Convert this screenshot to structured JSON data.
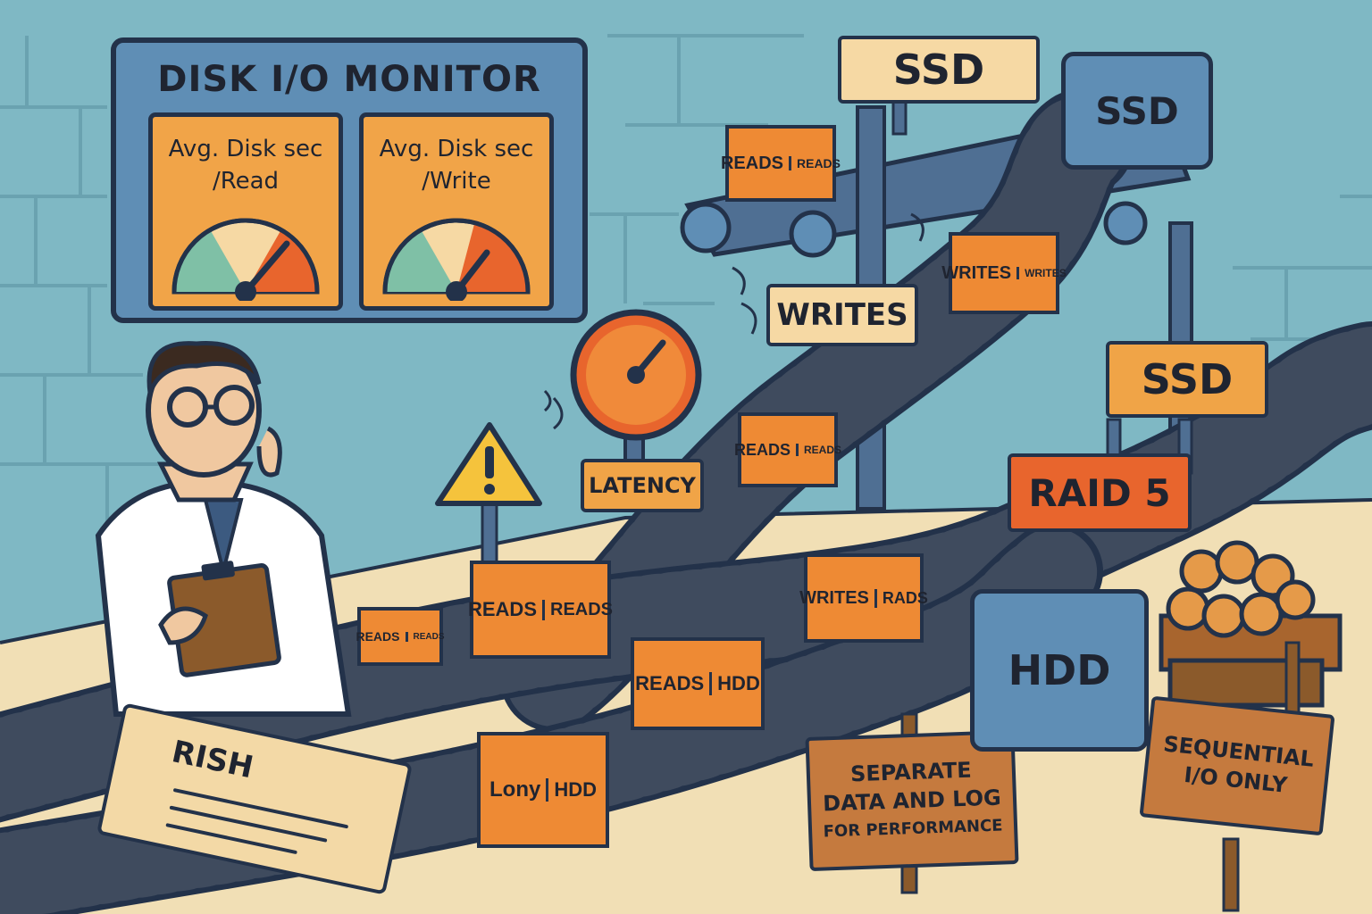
{
  "monitor": {
    "title": "DISK I/O MONITOR",
    "read_gauge_label_line1": "Avg. Disk sec",
    "read_gauge_label_line2": "/Read",
    "write_gauge_label_line1": "Avg. Disk sec",
    "write_gauge_label_line2": "/Write"
  },
  "signs": {
    "ssd_top": "SSD",
    "writes": "WRITES",
    "ssd_right": "SSD",
    "raid": "RAID 5",
    "latency": "LATENCY",
    "separate_line1": "SEPARATE",
    "separate_line2": "DATA AND LOG",
    "separate_line3": "FOR PERFORMANCE",
    "sequential_line1": "SEQUENTIAL",
    "sequential_line2": "I/O ONLY"
  },
  "drives": {
    "ssd_unit": "SSD",
    "hdd_unit": "HDD"
  },
  "boxes": [
    {
      "front": "READS",
      "side": "READS"
    },
    {
      "front": "WRITES",
      "side": "WRITES"
    },
    {
      "front": "READS",
      "side": "READS"
    },
    {
      "front": "READS",
      "side": "READS"
    },
    {
      "front": "READS",
      "side": "READS"
    },
    {
      "front": "WRITES",
      "side": "RADS"
    },
    {
      "front": "READS",
      "side": "HDD"
    },
    {
      "front": "Lony",
      "side": "HDD"
    }
  ],
  "paper": {
    "title": "RISH"
  },
  "colors": {
    "wall": "#7fb8c4",
    "floor": "#f1dfb5",
    "box": "#ee8a34",
    "drive": "#5f8eb5",
    "outline": "#23324a",
    "raid": "#e8652d"
  }
}
